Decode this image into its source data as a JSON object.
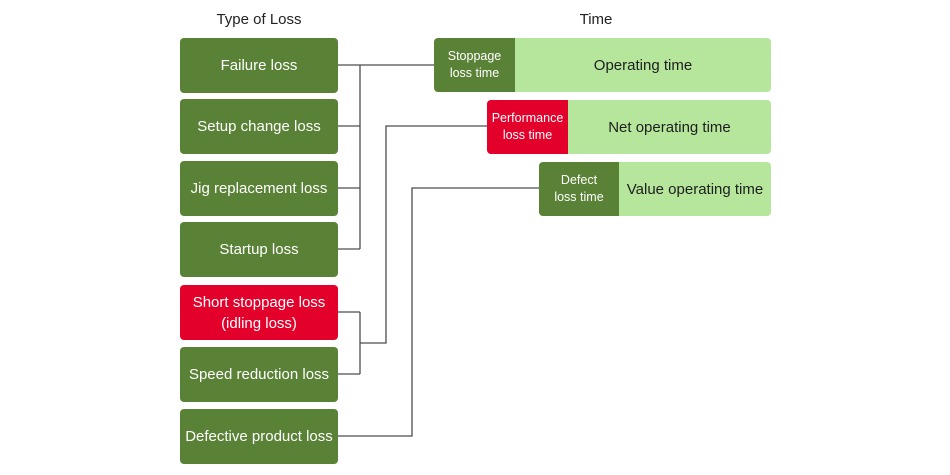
{
  "headers": {
    "loss_type": "Type of Loss",
    "time": "Time"
  },
  "losses": [
    {
      "label": "Failure loss",
      "color": "#5a8236"
    },
    {
      "label": "Setup change loss",
      "color": "#5a8236"
    },
    {
      "label": "Jig replacement loss",
      "color": "#5a8236"
    },
    {
      "label": "Startup loss",
      "color": "#5a8236"
    },
    {
      "label": "Short stoppage loss\n(idling loss)",
      "color": "#e3002b"
    },
    {
      "label": "Speed reduction loss",
      "color": "#5a8236"
    },
    {
      "label": "Defective product loss",
      "color": "#5a8236"
    }
  ],
  "time_bars": [
    {
      "loss_label": "Stoppage\nloss time",
      "value_label": "Operating time",
      "loss_color": "#5a8236"
    },
    {
      "loss_label": "Performance\nloss time",
      "value_label": "Net operating time",
      "loss_color": "#e3002b"
    },
    {
      "loss_label": "Defect\nloss time",
      "value_label": "Value operating time",
      "loss_color": "#5a8236"
    }
  ],
  "colors": {
    "green": "#5a8236",
    "red": "#e3002b",
    "light_green": "#b5e69b",
    "connector": "#4d4d4d"
  }
}
